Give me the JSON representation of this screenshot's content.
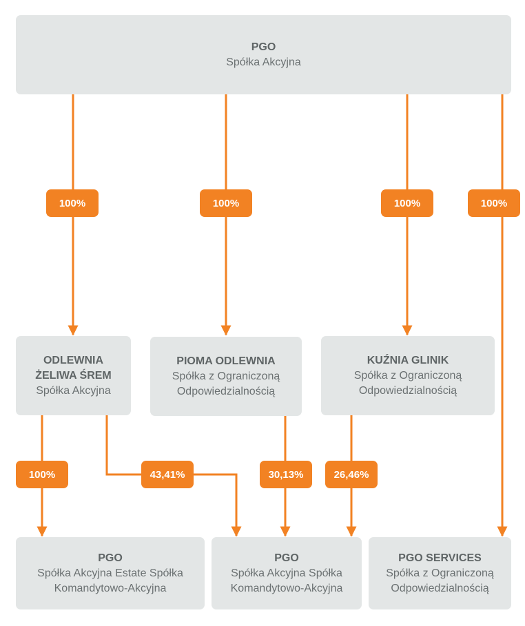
{
  "theme": {
    "accent": "#f28223",
    "box_bg": "#e3e6e6",
    "text": "#6b7172"
  },
  "nodes": {
    "top": {
      "title": "PGO",
      "line1": "Spółka Akcyjna"
    },
    "odlewnia": {
      "title1": "ODLEWNIA",
      "title2": "ŻELIWA ŚREM",
      "line1": "Spółka Akcyjna"
    },
    "pioma": {
      "title": "PIOMA ODLEWNIA",
      "line1": "Spółka z Ograniczoną",
      "line2": "Odpowiedzialnością"
    },
    "kuznia": {
      "title": "KUŹNIA GLINIK",
      "line1": "Spółka z Ograniczoną",
      "line2": "Odpowiedzialnością"
    },
    "estate": {
      "title": "PGO",
      "line1": "Spółka Akcyjna Estate Spółka",
      "line2": "Komandytowo-Akcyjna"
    },
    "ska": {
      "title": "PGO",
      "line1": "Spółka Akcyjna Spółka",
      "line2": "Komandytowo-Akcyjna"
    },
    "services": {
      "title": "PGO SERVICES",
      "line1": "Spółka z Ograniczoną",
      "line2": "Odpowiedzialnością"
    }
  },
  "edges": [
    {
      "from": "top",
      "to": "odlewnia",
      "label": "100%"
    },
    {
      "from": "top",
      "to": "pioma",
      "label": "100%"
    },
    {
      "from": "top",
      "to": "kuznia",
      "label": "100%"
    },
    {
      "from": "top",
      "to": "services",
      "label": "100%"
    },
    {
      "from": "odlewnia",
      "to": "estate",
      "label": "100%"
    },
    {
      "from": "odlewnia",
      "to": "ska",
      "label": "43,41%"
    },
    {
      "from": "pioma",
      "to": "ska",
      "label": "30,13%"
    },
    {
      "from": "kuznia",
      "to": "ska",
      "label": "26,46%"
    }
  ]
}
